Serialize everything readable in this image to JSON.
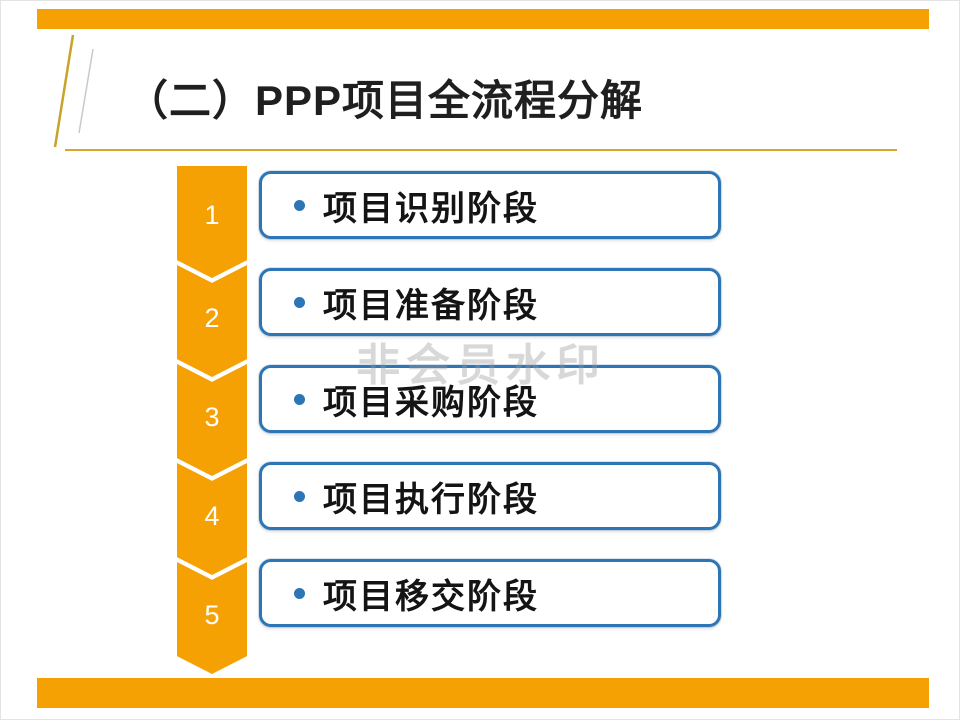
{
  "title": "（二）PPP项目全流程分解",
  "watermark": "非会员水印",
  "steps": [
    {
      "num": "1",
      "label": "项目识别阶段"
    },
    {
      "num": "2",
      "label": "项目准备阶段"
    },
    {
      "num": "3",
      "label": "项目采购阶段"
    },
    {
      "num": "4",
      "label": "项目执行阶段"
    },
    {
      "num": "5",
      "label": "项目移交阶段"
    }
  ],
  "colors": {
    "accent_orange": "#F5A104",
    "box_border_blue": "#2E75B6",
    "divider_gold": "#D9A62B",
    "watermark_gray": "#9b9b9b"
  }
}
